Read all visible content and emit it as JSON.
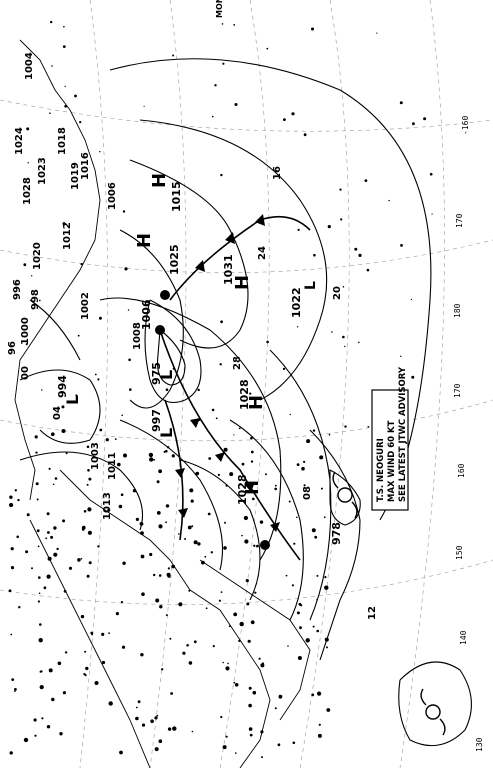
{
  "map": {
    "top_right_label": "MONSO",
    "advisory_box": {
      "lines": [
        "T.S. NEOGURI",
        "MAX WIND 60 KT",
        "SEE LATEST JTWC ADVISORY"
      ]
    },
    "centers": [
      {
        "kind": "H",
        "pressure": "1025"
      },
      {
        "kind": "H",
        "pressure": "1031"
      },
      {
        "kind": "H",
        "pressure": "1028"
      },
      {
        "kind": "H",
        "pressure": "1028"
      },
      {
        "kind": "H",
        "pressure": "1015"
      },
      {
        "kind": "L",
        "pressure": "975"
      },
      {
        "kind": "L",
        "pressure": "994"
      },
      {
        "kind": "L",
        "pressure": "997"
      },
      {
        "kind": "L",
        "pressure": "1006"
      },
      {
        "kind": "L",
        "pressure": "1022"
      },
      {
        "kind": "L",
        "pressure": "978"
      }
    ],
    "isobar_labels": [
      "1004",
      "1024",
      "1028",
      "1023",
      "1019",
      "1018",
      "1016",
      "1012",
      "1011",
      "1013",
      "1003",
      "1006",
      "1002",
      "998",
      "1000",
      "996",
      "1008",
      "1020",
      "16",
      "20",
      "24",
      "28",
      "12",
      "08",
      "04",
      "00",
      "96"
    ],
    "lon_labels": [
      "-160",
      "170",
      "180",
      "170",
      "160",
      "150",
      "140",
      "130"
    ],
    "colors": {
      "ink": "#000000",
      "paper": "#ffffff"
    }
  }
}
